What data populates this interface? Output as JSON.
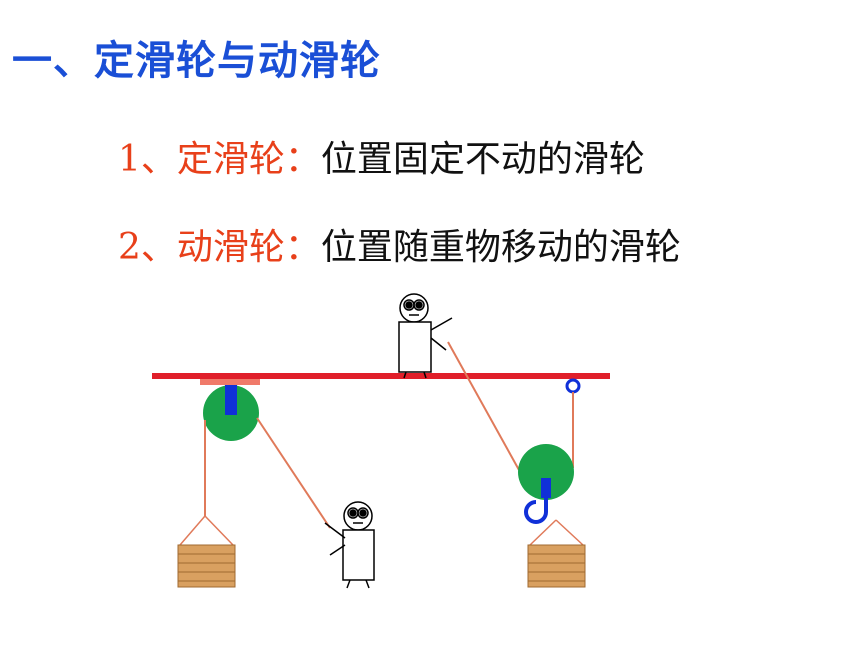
{
  "heading": "一、定滑轮与动滑轮",
  "definitions": [
    {
      "term": "1、定滑轮：",
      "desc": "位置固定不动的滑轮"
    },
    {
      "term": "2、动滑轮：",
      "desc": "位置随重物移动的滑轮"
    }
  ],
  "colors": {
    "heading": "#1a4fd6",
    "term": "#e8401a",
    "beam": "#e01f2a",
    "pulley": "#1aa34a",
    "axle": "#1030d8",
    "rope": "#e07a5a",
    "bracket": "#f07a6a",
    "weight": "#d9a060",
    "weight_outline": "#a06a30"
  }
}
